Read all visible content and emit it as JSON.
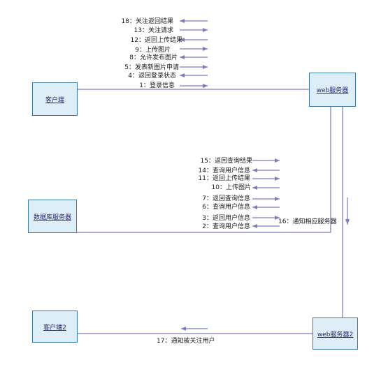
{
  "nodes": {
    "client1": "客户端",
    "web1": "web服务器",
    "db": "数据库服务器",
    "client2": "客户端2",
    "web2": "web服务器2"
  },
  "messages_top": [
    "18：关注返回结果",
    "13：关注请求",
    "12：返回上传结果",
    "9：上传图片",
    "8：允许发布图片",
    "5：发表新图片申请",
    "4：返回登录状态",
    "1：登录信息"
  ],
  "messages_mid": [
    "15：返回查询结果",
    "14：查询用户信息",
    "11：返回上传结果",
    "10：上传图片",
    "7：返回查询信息",
    "6：查询用户信息",
    "3：返回用户信息",
    "2：查询用户信息"
  ],
  "msg16": "16：通知相应服务器",
  "msg17": "17：通知被关注用户",
  "colors": {
    "line": "#5a5ab0",
    "arrow": "#7b7bc0",
    "node_fill": "#ddeef9",
    "node_border": "#3a7aa8"
  }
}
